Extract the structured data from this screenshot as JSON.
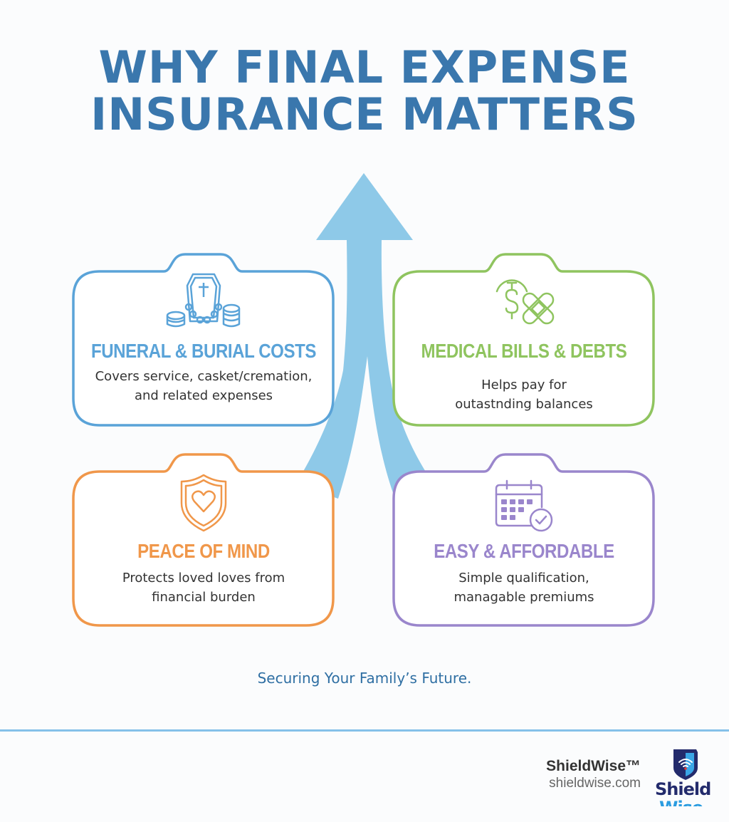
{
  "title": {
    "line1": "WHY FINAL EXPENSE",
    "line2": "INSURANCE MATTERS",
    "color": "#3a77ad"
  },
  "arrow": {
    "color": "#8ec9e8",
    "direction": "up"
  },
  "cards": [
    {
      "heading": "FUNERAL & BURIAL COSTS",
      "desc_line1": "Covers service, casket/cremation,",
      "desc_line2": "and related expenses",
      "icon": "casket-coins-icon",
      "color": "#5aa3d8"
    },
    {
      "heading": "MEDICAL BILLS & DEBTS",
      "desc_line1": "Helps pay for",
      "desc_line2": "outastnding balances",
      "icon": "dollar-bandage-icon",
      "color": "#8fc45f"
    },
    {
      "heading": "PEACE OF MIND",
      "desc_line1": "Protects loved loves from",
      "desc_line2": "financial burden",
      "icon": "shield-heart-icon",
      "color": "#f0974a"
    },
    {
      "heading": "EASY & AFFORDABLE",
      "desc_line1": "Simple qualification,",
      "desc_line2": "managable premiums",
      "icon": "calendar-clock-icon",
      "color": "#9a86cc"
    }
  ],
  "tagline": "Securing Your Family’s Future.",
  "footer": {
    "brand_name": "ShieldWise™",
    "brand_url": "shieldwise.com",
    "logo_word1": "Shield",
    "logo_word2": "Wise",
    "divider_color": "#85c1e9"
  }
}
